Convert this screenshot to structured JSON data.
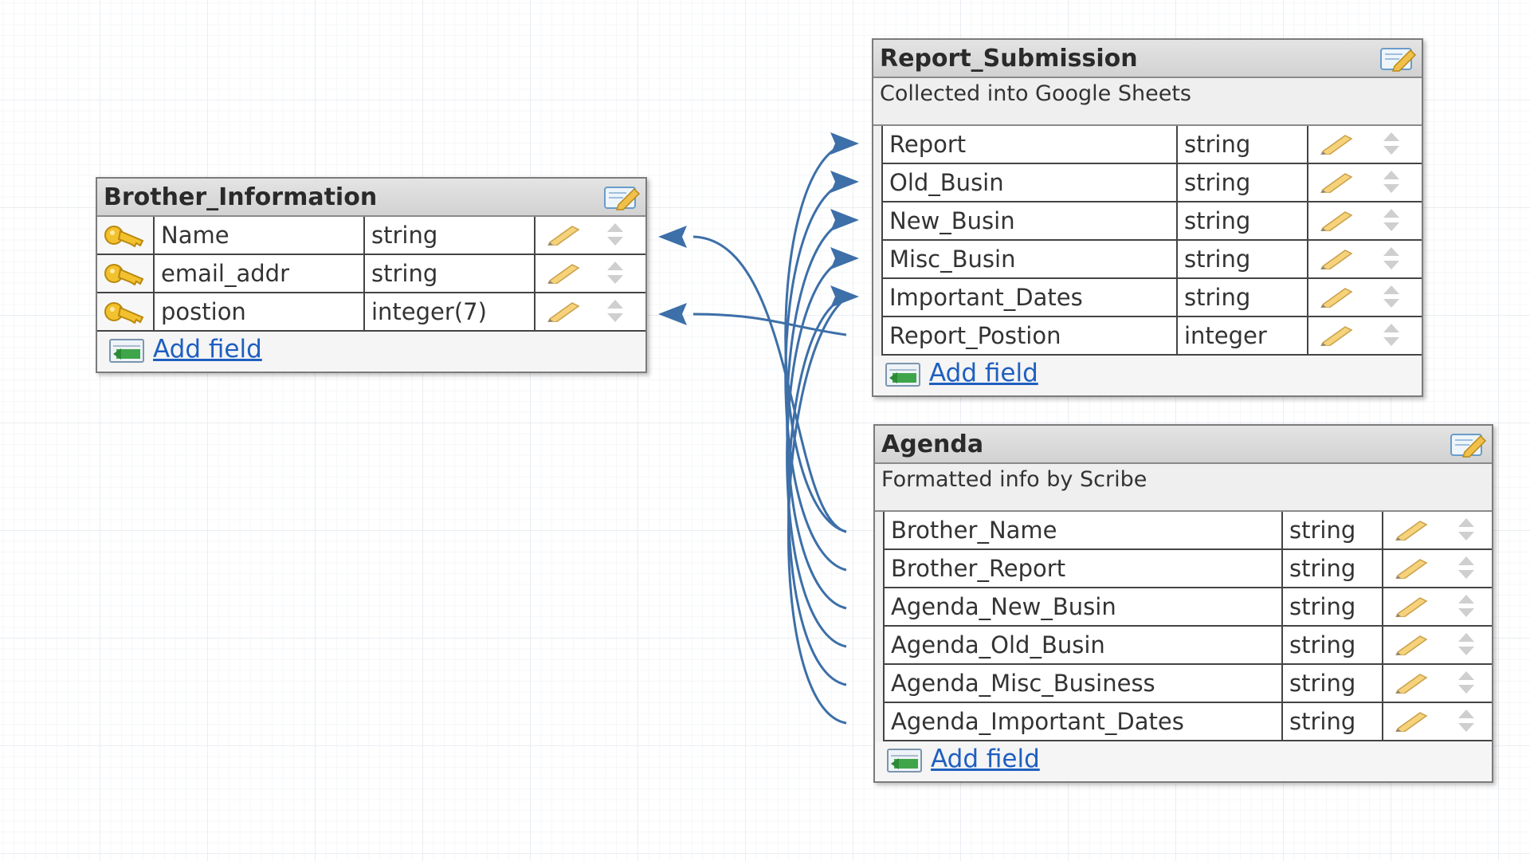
{
  "colors": {
    "connector": "#3d6fa8",
    "link": "#1f5fbf",
    "header_bg": "#d8d8d8",
    "border": "#7b7b7b",
    "key_icon": "#e8b423"
  },
  "icons": {
    "table_edit": "pencil-notepad-icon",
    "row_edit": "pencil-icon",
    "row_reorder": "up-down-arrows-icon",
    "primary_key": "key-icon",
    "add_field": "add-field-icon"
  },
  "tables": {
    "brother_information": {
      "title": "Brother_Information",
      "add_field_label": "Add field",
      "fields": [
        {
          "name": "Name",
          "type": "string",
          "key": true
        },
        {
          "name": "email_addr",
          "type": "string",
          "key": true
        },
        {
          "name": "postion",
          "type": "integer(7)",
          "key": true
        }
      ]
    },
    "report_submission": {
      "title": "Report_Submission",
      "description": "Collected into Google Sheets",
      "add_field_label": "Add field",
      "fields": [
        {
          "name": "Report",
          "type": "string"
        },
        {
          "name": "Old_Busin",
          "type": "string"
        },
        {
          "name": "New_Busin",
          "type": "string"
        },
        {
          "name": "Misc_Busin",
          "type": "string"
        },
        {
          "name": "Important_Dates",
          "type": "string"
        },
        {
          "name": "Report_Postion",
          "type": "integer"
        }
      ]
    },
    "agenda": {
      "title": "Agenda",
      "description": "Formatted info by Scribe",
      "add_field_label": "Add field",
      "fields": [
        {
          "name": "Brother_Name",
          "type": "string"
        },
        {
          "name": "Brother_Report",
          "type": "string"
        },
        {
          "name": "Agenda_New_Busin",
          "type": "string"
        },
        {
          "name": "Agenda_Old_Busin",
          "type": "string"
        },
        {
          "name": "Agenda_Misc_Business",
          "type": "string"
        },
        {
          "name": "Agenda_Important_Dates",
          "type": "string"
        }
      ]
    }
  }
}
